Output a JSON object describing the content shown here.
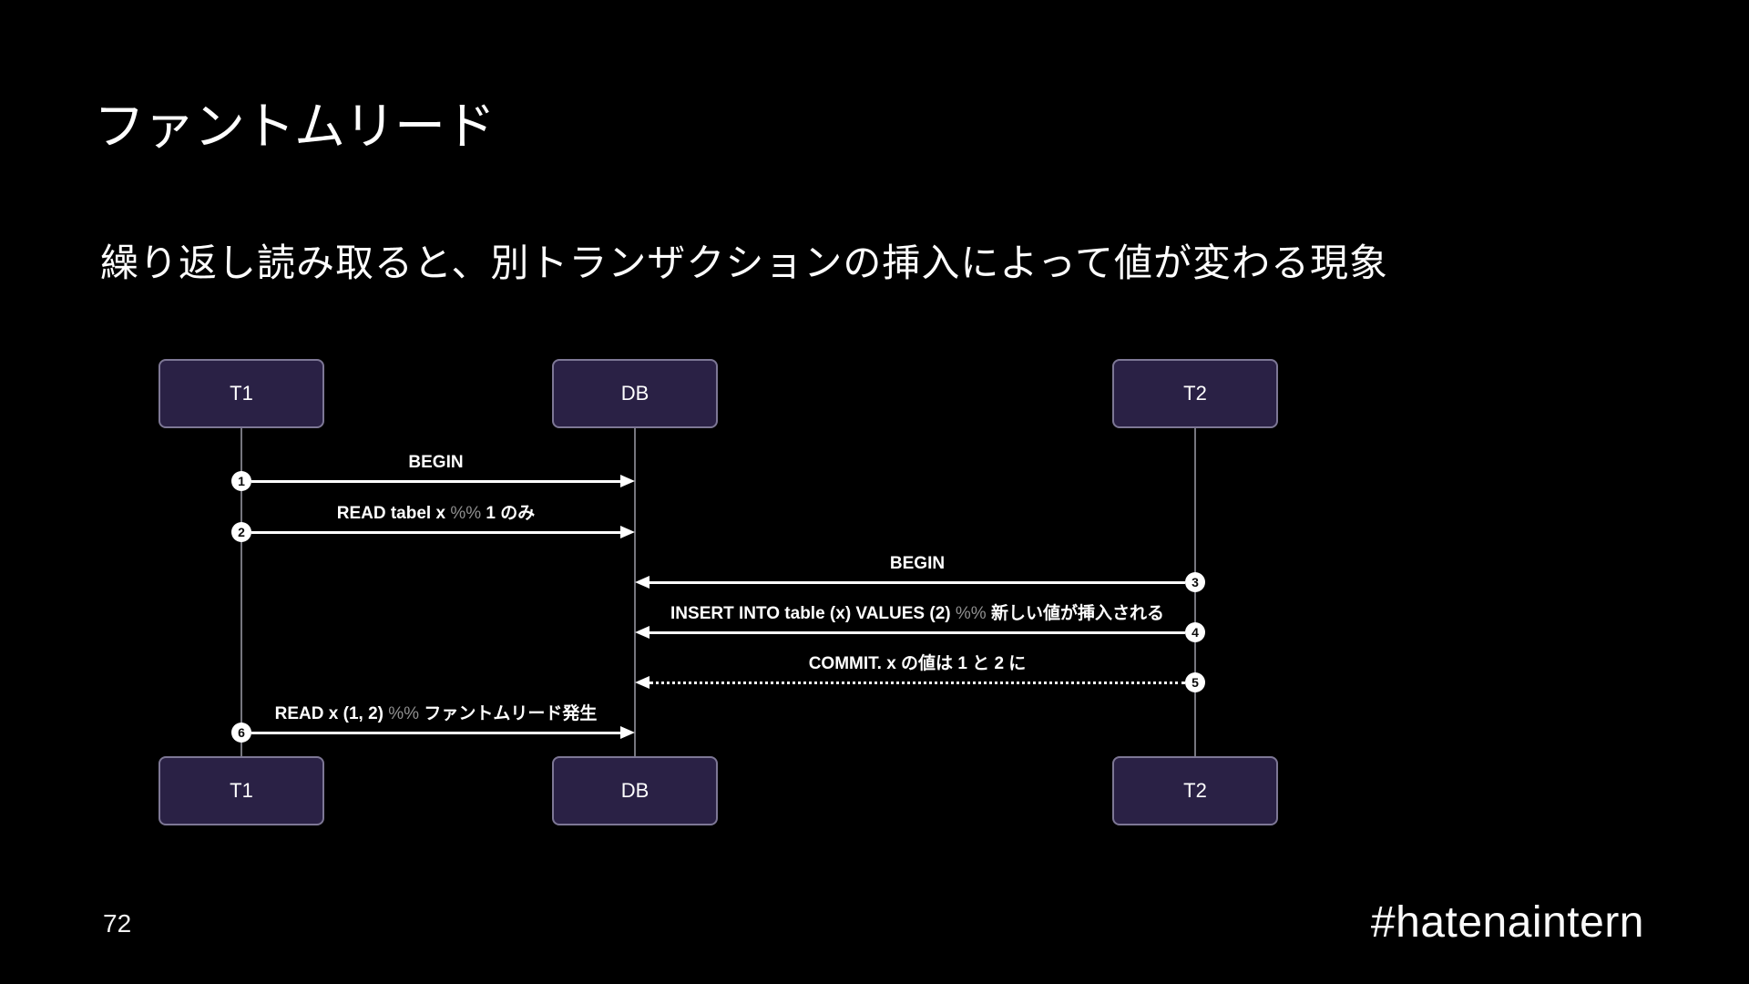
{
  "slide": {
    "title": "ファントムリード",
    "subtitle": "繰り返し読み取ると、別トランザクションの挿入によって値が変わる現象",
    "page_number": "72",
    "hashtag": "#hatenaintern",
    "background_color": "#000000",
    "text_color": "#ffffff"
  },
  "diagram": {
    "type": "sequence",
    "actors": [
      {
        "id": "T1",
        "label": "T1"
      },
      {
        "id": "DB",
        "label": "DB"
      },
      {
        "id": "T2",
        "label": "T2"
      }
    ],
    "actor_box_fill": "#2a2145",
    "actor_box_border": "#7d7795",
    "lifeline_color": "#76767e",
    "comment_color": "#8f8f8f",
    "messages": [
      {
        "num": "1",
        "from": "T1",
        "to": "DB",
        "line": "solid",
        "pre": "BEGIN",
        "pct": "",
        "post": ""
      },
      {
        "num": "2",
        "from": "T1",
        "to": "DB",
        "line": "solid",
        "pre": "READ tabel x ",
        "pct": "%%",
        "post": " 1 のみ"
      },
      {
        "num": "3",
        "from": "T2",
        "to": "DB",
        "line": "solid",
        "pre": "BEGIN",
        "pct": "",
        "post": ""
      },
      {
        "num": "4",
        "from": "T2",
        "to": "DB",
        "line": "solid",
        "pre": "INSERT INTO table (x) VALUES (2) ",
        "pct": "%%",
        "post": " 新しい値が挿入される"
      },
      {
        "num": "5",
        "from": "T2",
        "to": "DB",
        "line": "dotted",
        "pre": "COMMIT. x の値は 1 と 2 に",
        "pct": "",
        "post": ""
      },
      {
        "num": "6",
        "from": "T1",
        "to": "DB",
        "line": "solid",
        "pre": "READ x (1, 2) ",
        "pct": "%%",
        "post": " ファントムリード発生"
      }
    ]
  }
}
